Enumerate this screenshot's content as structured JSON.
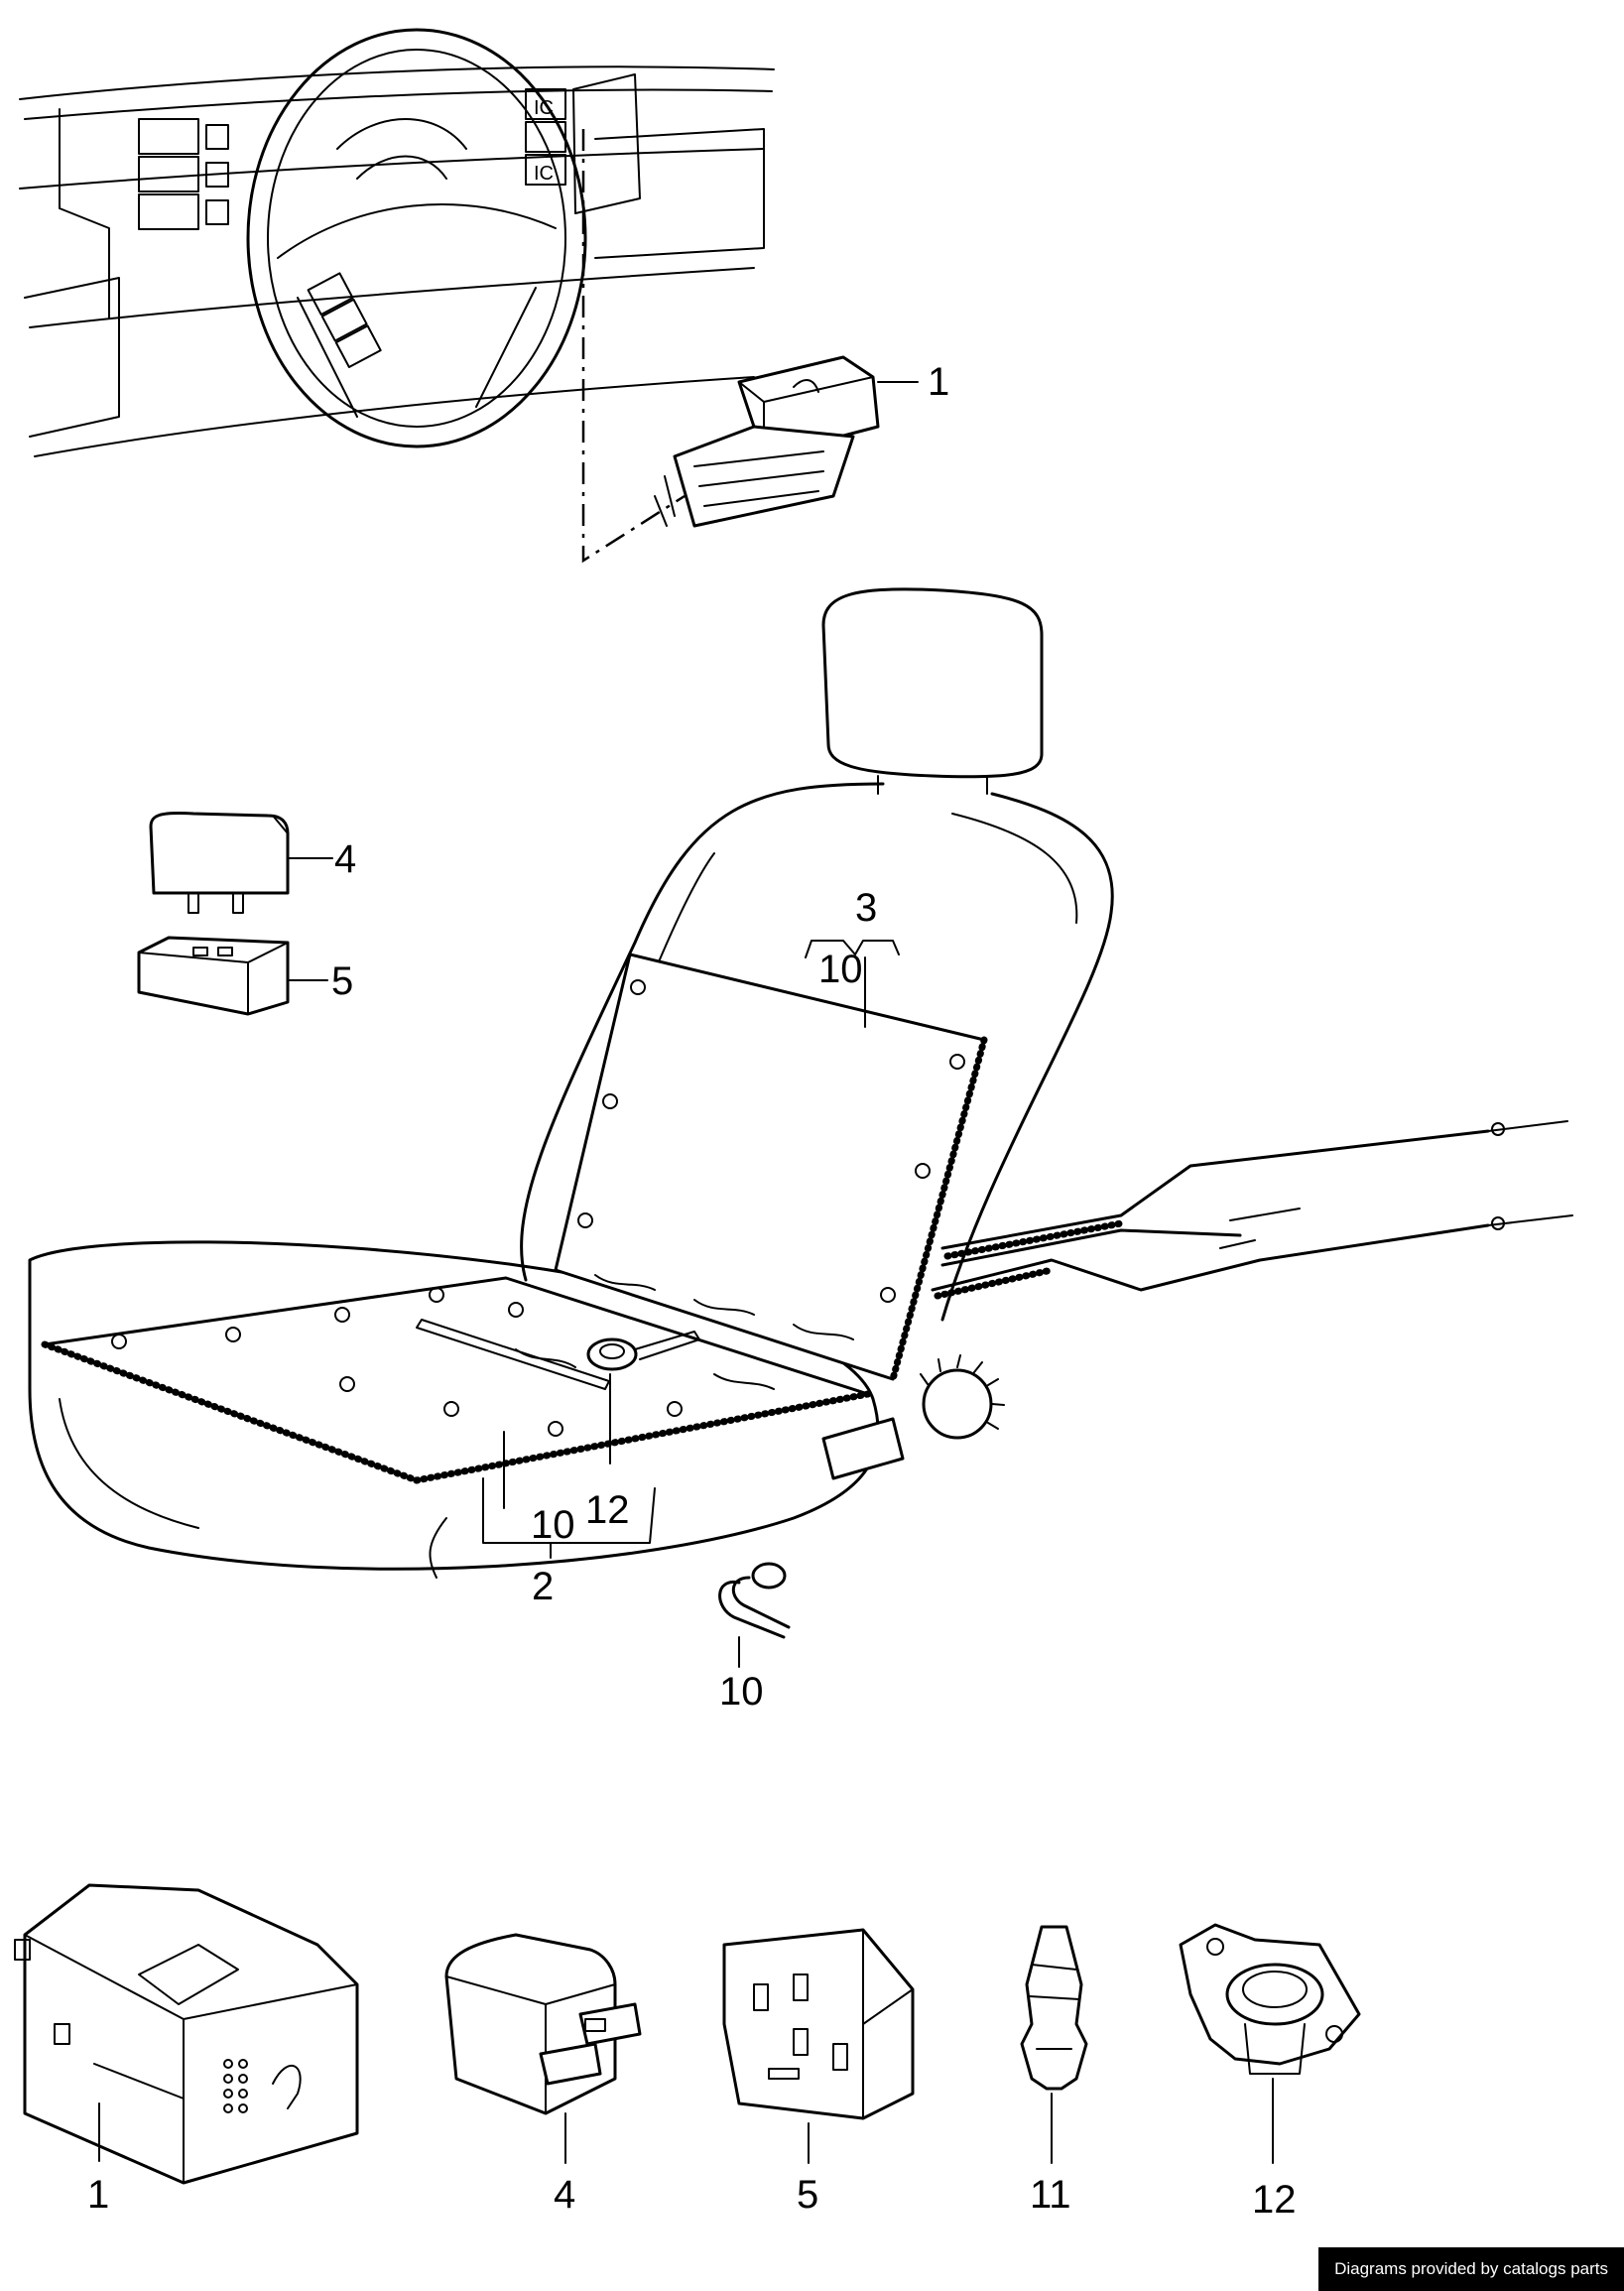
{
  "callouts": {
    "dash_switch": "1",
    "relay": "4",
    "relay_socket": "5",
    "backrest_group": "3",
    "backrest_element": "10",
    "seat_group": "2",
    "seat_element": "10",
    "thermostat": "12",
    "connector_loose": "10"
  },
  "parts_row": {
    "switch": "1",
    "relay": "4",
    "socket": "5",
    "clip": "11",
    "thermostat": "12"
  },
  "footer": {
    "credit": "Diagrams provided by catalogs parts"
  }
}
